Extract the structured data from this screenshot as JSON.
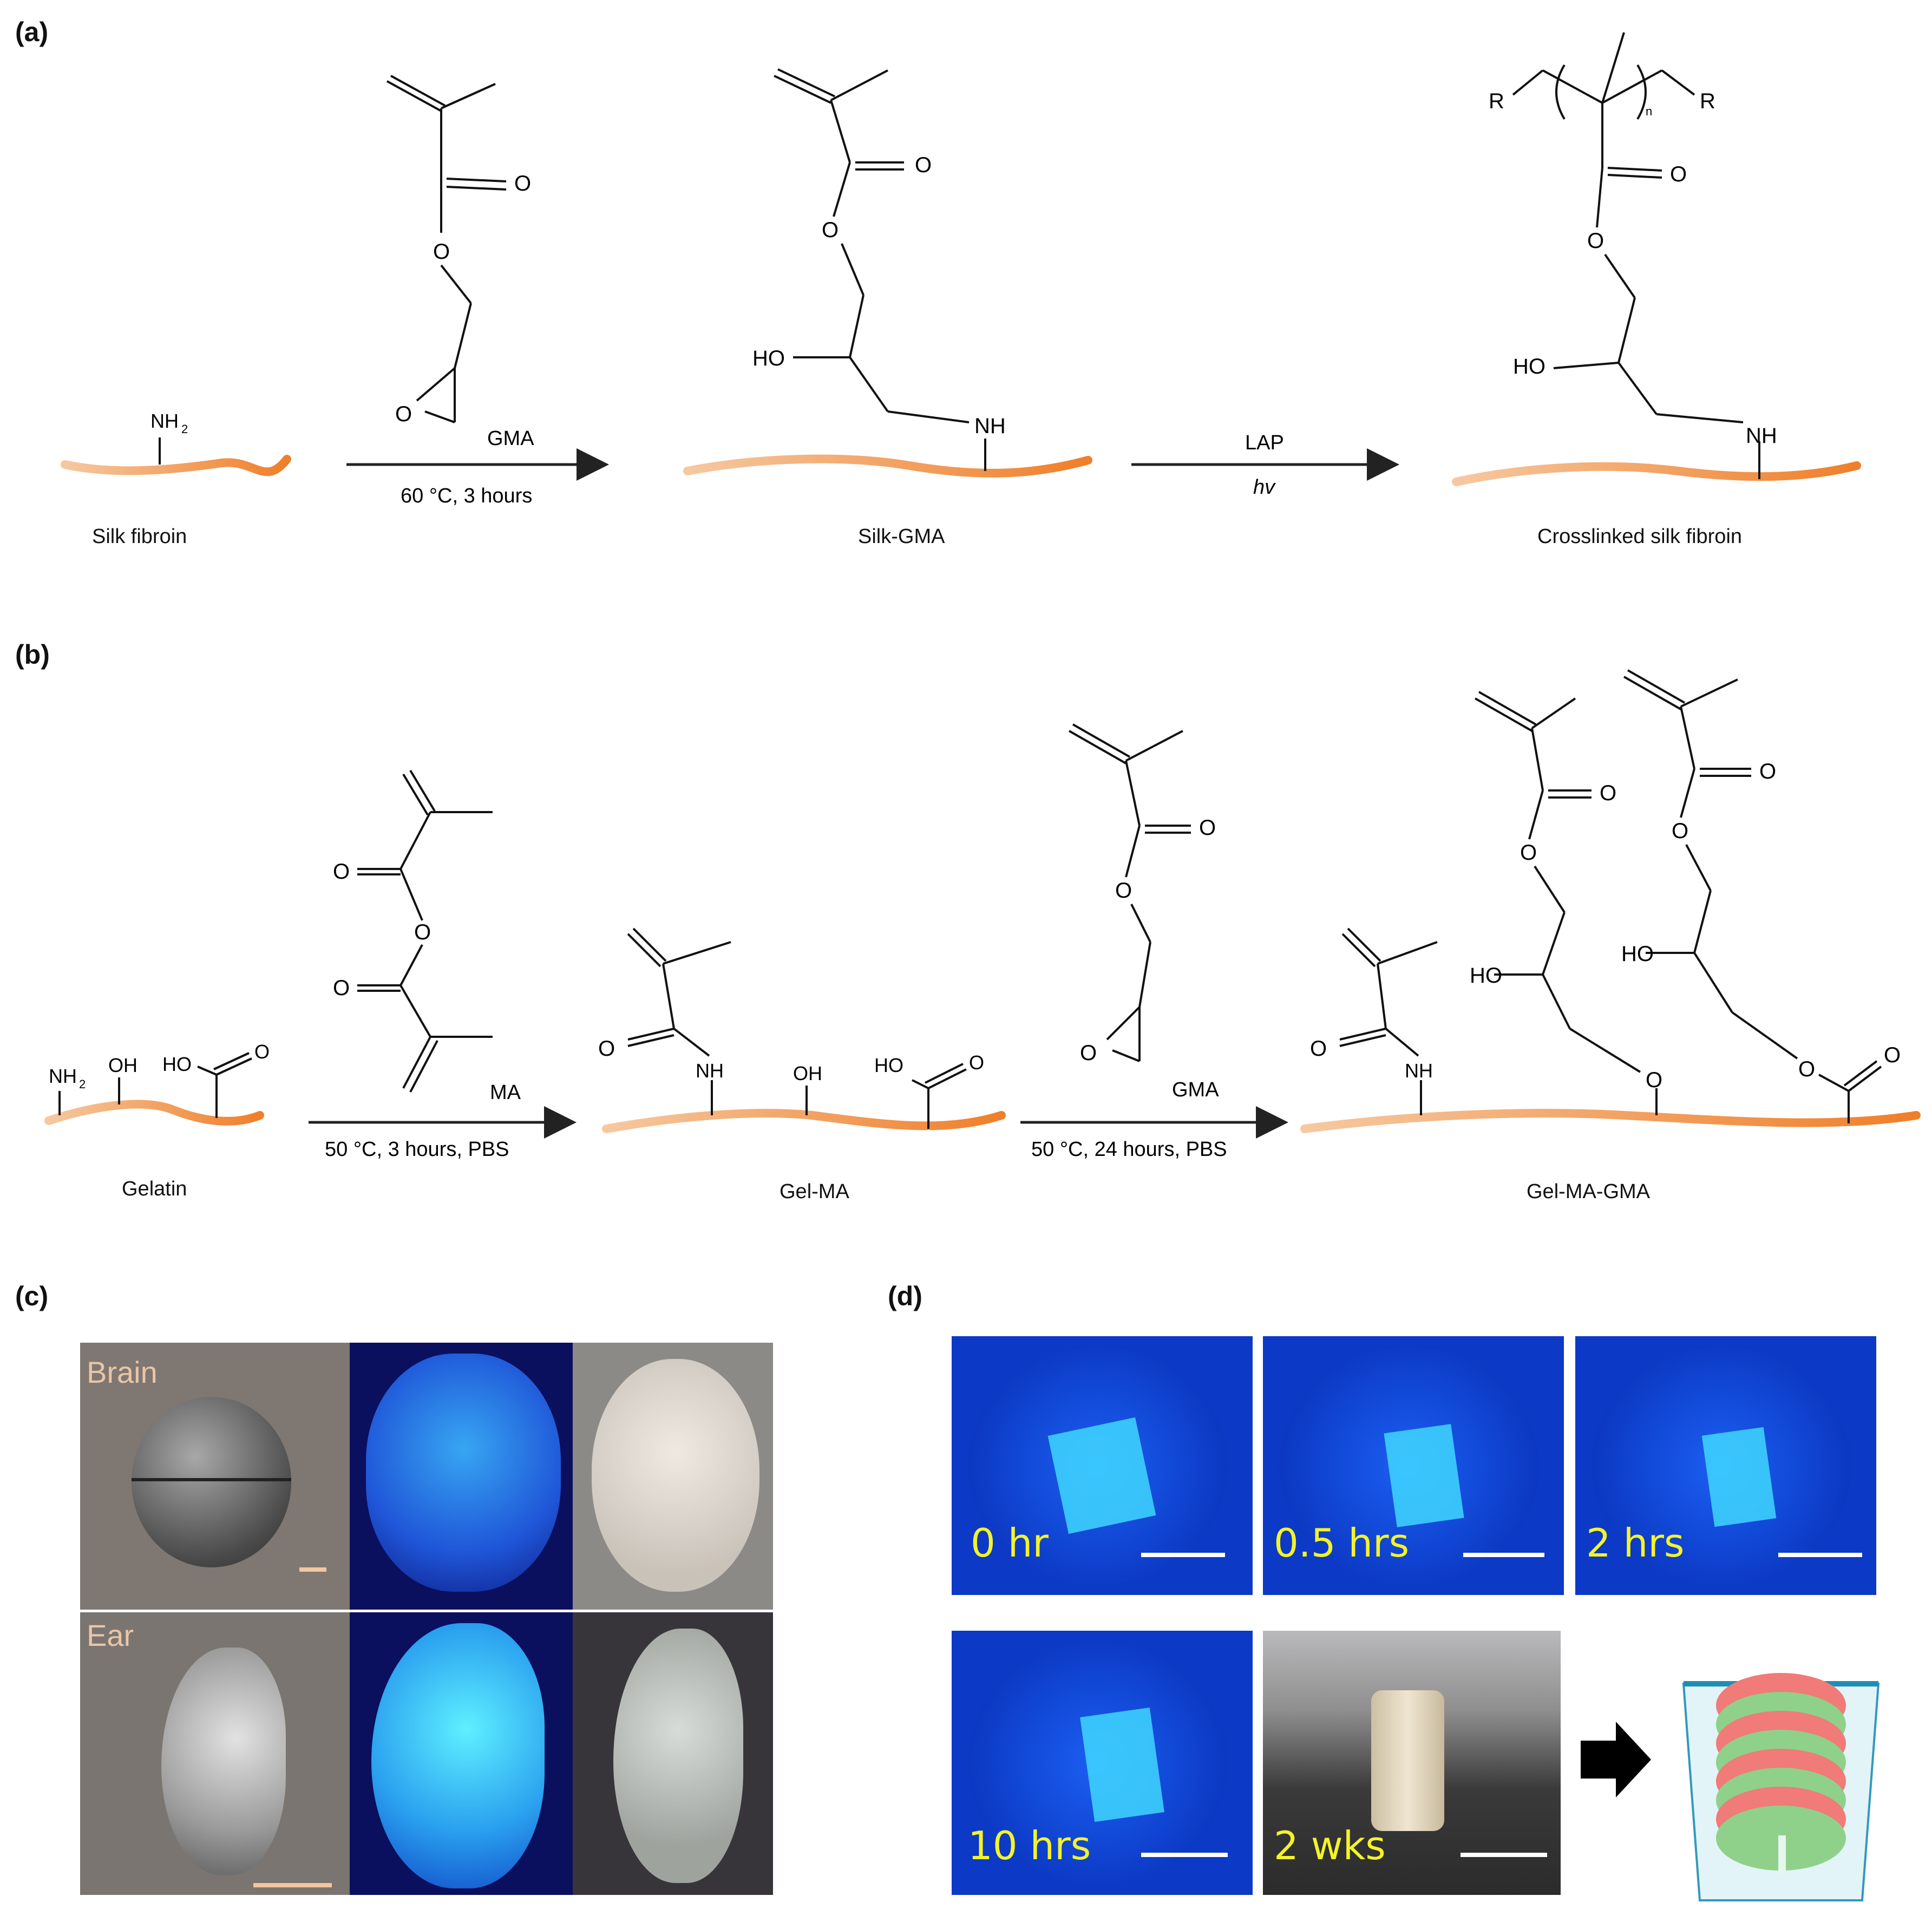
{
  "panels": {
    "a": "(a)",
    "b": "(b)",
    "c": "(c)",
    "d": "(d)"
  },
  "panel_a": {
    "silk_fibroin": "Silk fibroin",
    "silk_gma": "Silk-GMA",
    "crosslinked": "Crosslinked silk fibroin",
    "reagent1": "GMA",
    "condition1": "60 °C, 3 hours",
    "reagent2": "LAP",
    "condition2": "hv",
    "nh2": "NH",
    "nh2_sub": "2",
    "nh": "NH",
    "ho": "HO",
    "o": "O",
    "r": "R",
    "n": "n"
  },
  "panel_b": {
    "gelatin": "Gelatin",
    "gel_ma": "Gel-MA",
    "gel_ma_gma": "Gel-MA-GMA",
    "reagent1": "MA",
    "condition1": "50 °C, 3 hours, PBS",
    "reagent2": "GMA",
    "condition2": "50 °C, 24 hours, PBS",
    "nh2": "NH",
    "nh2_sub": "2",
    "oh": "OH",
    "ho": "HO",
    "nh": "NH",
    "o": "O"
  },
  "panel_c": {
    "brain": "Brain",
    "ear": "Ear"
  },
  "panel_d": {
    "labels": [
      "0 hr",
      "0.5 hrs",
      "2 hrs",
      "10 hrs",
      "2 wks"
    ]
  }
}
